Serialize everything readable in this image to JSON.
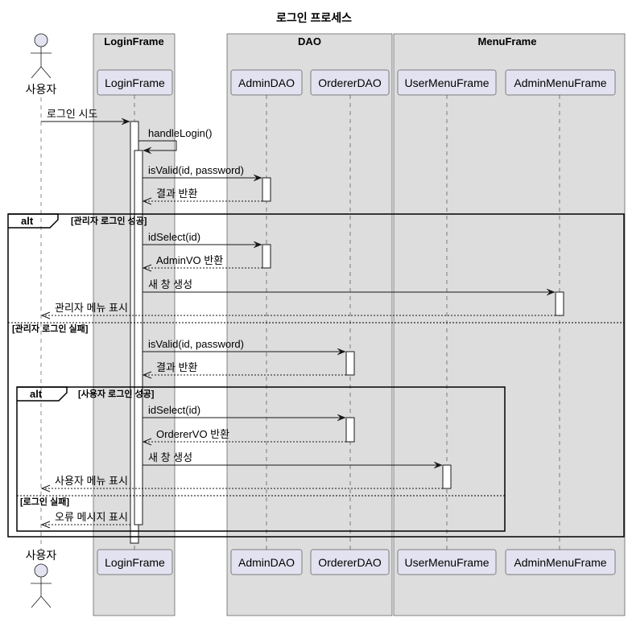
{
  "title": "로그인 프로세스",
  "boxes": [
    {
      "label": "LoginFrame",
      "members": [
        1
      ]
    },
    {
      "label": "DAO",
      "members": [
        2,
        3
      ]
    },
    {
      "label": "MenuFrame",
      "members": [
        4,
        5
      ]
    }
  ],
  "participants": [
    {
      "name": "사용자",
      "actor": true
    },
    {
      "name": "LoginFrame",
      "actor": false
    },
    {
      "name": "AdminDAO",
      "actor": false
    },
    {
      "name": "OrdererDAO",
      "actor": false
    },
    {
      "name": "UserMenuFrame",
      "actor": false
    },
    {
      "name": "AdminMenuFrame",
      "actor": false
    }
  ],
  "messages": [
    {
      "from": 0,
      "to": 1,
      "label": "로그인 시도",
      "dashed": false
    },
    {
      "from": 1,
      "to": 1,
      "label": "handleLogin()",
      "dashed": false
    },
    {
      "from": 1,
      "to": 2,
      "label": "isValid(id, password)",
      "dashed": false
    },
    {
      "from": 2,
      "to": 1,
      "label": "결과 반환",
      "dashed": true
    },
    {
      "from": 1,
      "to": 2,
      "label": "idSelect(id)",
      "dashed": false
    },
    {
      "from": 2,
      "to": 1,
      "label": "AdminVO 반환",
      "dashed": true
    },
    {
      "from": 1,
      "to": 5,
      "label": "새 창 생성",
      "dashed": false
    },
    {
      "from": 5,
      "to": 0,
      "label": "관리자 메뉴 표시",
      "dashed": true
    },
    {
      "from": 1,
      "to": 3,
      "label": "isValid(id, password)",
      "dashed": false
    },
    {
      "from": 3,
      "to": 1,
      "label": "결과 반환",
      "dashed": true
    },
    {
      "from": 1,
      "to": 3,
      "label": "idSelect(id)",
      "dashed": false
    },
    {
      "from": 3,
      "to": 1,
      "label": "OrdererVO 반환",
      "dashed": true
    },
    {
      "from": 1,
      "to": 4,
      "label": "새 창 생성",
      "dashed": false
    },
    {
      "from": 4,
      "to": 0,
      "label": "사용자 메뉴 표시",
      "dashed": true
    },
    {
      "from": 1,
      "to": 0,
      "label": "오류 메시지 표시",
      "dashed": true
    }
  ],
  "fragments": [
    {
      "operator": "alt",
      "guards": [
        "[관리자 로그인 성공]",
        "[관리자 로그인 실패]"
      ]
    },
    {
      "operator": "alt",
      "guards": [
        "[사용자 로그인 성공]",
        "[로그인 실패]"
      ]
    }
  ],
  "colors": {
    "participant_fill": "#E2E2F0",
    "group_box_fill": "#DDDDDD",
    "line": "#181818",
    "activation_fill": "#FFFFFF"
  }
}
